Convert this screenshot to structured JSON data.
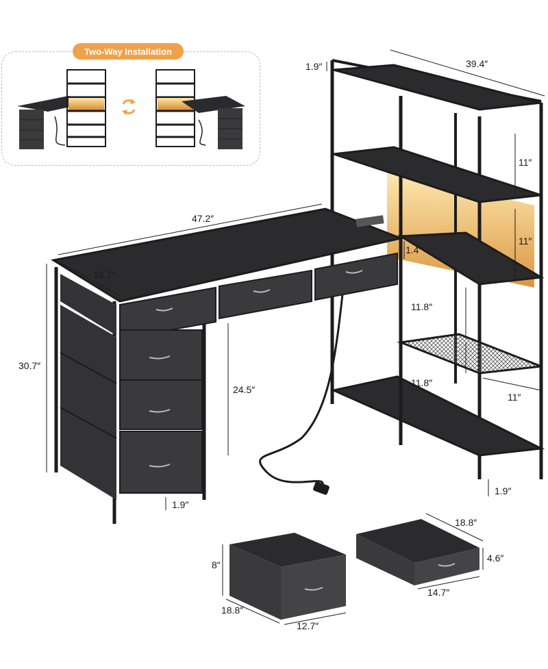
{
  "installation": {
    "badge_label": "Two-Way Installation"
  },
  "dimensions": {
    "desk_length": "47.2″",
    "desk_depth": "19.7″",
    "desk_height": "30.7″",
    "knee_clearance": "24.5″",
    "drawer_foot_clearance": "1.9″",
    "shelf_top_gap": "1.9″",
    "shelf_width": "39.4″",
    "shelf_gap_1": "11″",
    "shelf_gap_2": "11″",
    "light_shelf_offset": "1.4″",
    "shelf_gap_3": "11.8″",
    "shelf_gap_4": "11.8″",
    "shelf_depth": "11″",
    "shelf_foot_clearance": "1.9″",
    "big_drawer_height": "8″",
    "big_drawer_depth": "18.8″",
    "big_drawer_width": "12.7″",
    "small_drawer_depth": "18.8″",
    "small_drawer_height": "4.6″",
    "small_drawer_width": "14.7″"
  },
  "colors": {
    "accent": "#f0a24a",
    "frame": "#1c1c1c",
    "fabric": "#3a3a3c",
    "top": "#2b2b2d",
    "light": "#f2b24a"
  }
}
